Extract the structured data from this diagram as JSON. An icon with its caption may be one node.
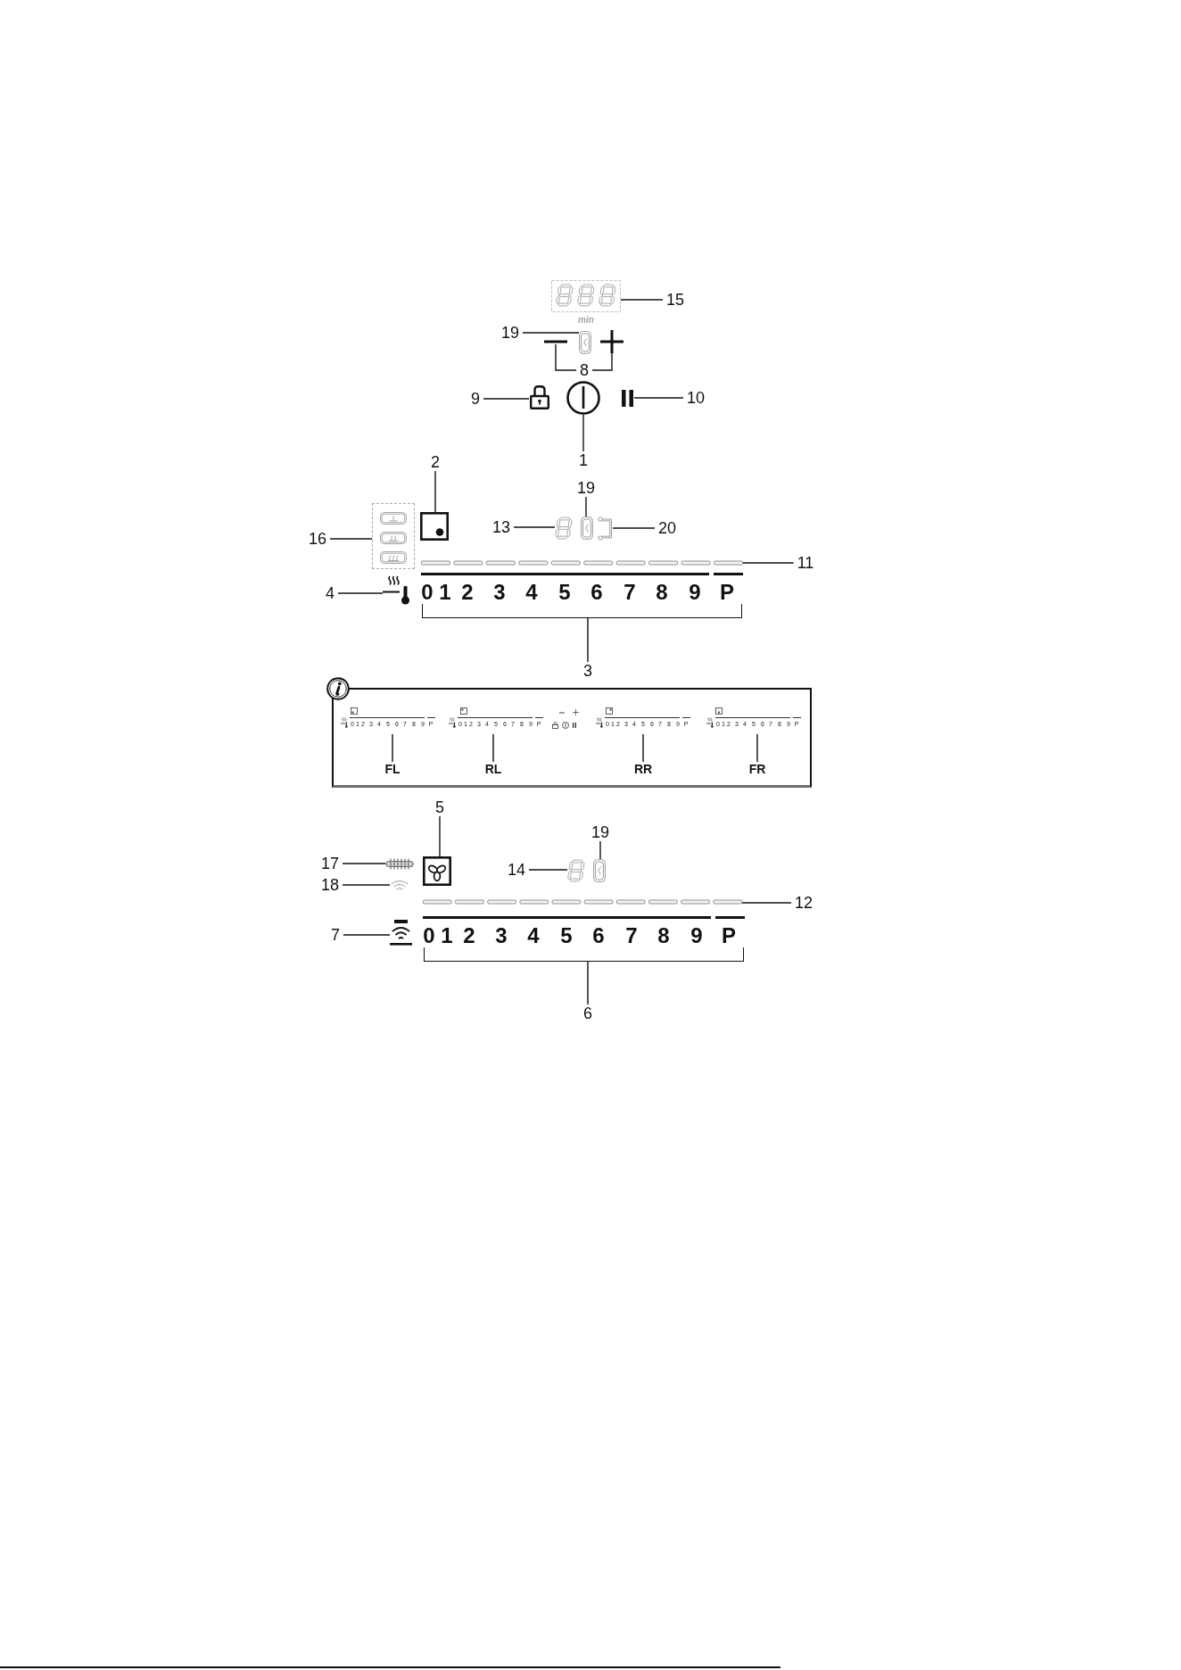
{
  "diagram": {
    "nodes": [
      {
        "text": [
          "15"
        ]
      },
      {
        "text": [],
        "shape": "picture",
        "beside": [
          "min"
        ]
      },
      {
        "text": [
          "19"
        ]
      },
      {
        "text": [],
        "shape": "picture"
      },
      {
        "text": [],
        "shape": "bar"
      },
      {
        "text": [],
        "shape": "picture"
      },
      {
        "text": [
          "8"
        ]
      },
      {
        "text": [
          "9"
        ]
      },
      {
        "text": [],
        "shape": "picture"
      },
      {
        "text": [],
        "shape": "picture"
      },
      {
        "text": [],
        "shape": "picture"
      },
      {
        "text": [
          "10"
        ]
      },
      {
        "text": [
          "1"
        ]
      },
      {
        "text": [
          "2"
        ]
      },
      {
        "text": [
          "19"
        ]
      },
      {
        "text": [
          "16"
        ]
      },
      {
        "text": [],
        "shape": "box"
      },
      {
        "text": [],
        "shape": "picture"
      },
      {
        "text": [
          "13"
        ]
      },
      {
        "text": [],
        "shape": "picture"
      },
      {
        "text": [],
        "shape": "picture"
      },
      {
        "text": [],
        "shape": "picture"
      },
      {
        "text": [
          "20"
        ]
      },
      {
        "text": [],
        "shape": "bar"
      },
      {
        "text": [
          "11"
        ]
      },
      {
        "text": [
          "4"
        ]
      },
      {
        "text": [],
        "shape": "picture"
      },
      {
        "text": [
          "0",
          "1",
          "2",
          "3",
          "4",
          "5",
          "6",
          "7",
          "8",
          "9",
          "P"
        ]
      },
      {
        "text": [
          "3"
        ]
      },
      {
        "text": [],
        "shape": "box"
      },
      {
        "text": [
          "0",
          "1",
          "2",
          "3",
          "4",
          "5",
          "6",
          "7",
          "8",
          "9",
          "P"
        ],
        "in": 29
      },
      {
        "text": [
          "0",
          "1",
          "2",
          "3",
          "4",
          "5",
          "6",
          "7",
          "8",
          "9",
          "P"
        ],
        "in": 29
      },
      {
        "text": [
          "0",
          "1",
          "2",
          "3",
          "4",
          "5",
          "6",
          "7",
          "8",
          "9",
          "P"
        ],
        "in": 29
      },
      {
        "text": [
          "0",
          "1",
          "2",
          "3",
          "4",
          "5",
          "6",
          "7",
          "8",
          "9",
          "P"
        ],
        "in": 29
      },
      {
        "text": [
          "FL"
        ],
        "in": 29
      },
      {
        "text": [
          "RL"
        ],
        "in": 29
      },
      {
        "text": [
          "RR"
        ],
        "in": 29
      },
      {
        "text": [
          "FR"
        ],
        "in": 29
      },
      {
        "text": [
          "5"
        ]
      },
      {
        "text": [
          "17"
        ]
      },
      {
        "text": [],
        "shape": "bar"
      },
      {
        "text": [],
        "shape": "picture"
      },
      {
        "text": [
          "19"
        ]
      },
      {
        "text": [
          "14"
        ]
      },
      {
        "text": [],
        "shape": "picture"
      },
      {
        "text": [],
        "shape": "picture"
      },
      {
        "text": [
          "18"
        ]
      },
      {
        "text": [],
        "shape": "picture"
      },
      {
        "text": [],
        "shape": "bar"
      },
      {
        "text": [
          "12"
        ]
      },
      {
        "text": [
          "7"
        ]
      },
      {
        "text": [],
        "shape": "picture"
      },
      {
        "text": [
          "0",
          "1",
          "2",
          "3",
          "4",
          "5",
          "6",
          "7",
          "8",
          "9",
          "P"
        ]
      },
      {
        "text": [
          "6"
        ]
      }
    ],
    "edges": [
      {
        "from": 0,
        "to": 1,
        "arrow": "none"
      },
      {
        "from": 2,
        "to": 3,
        "arrow": "none"
      },
      {
        "from": 6,
        "to": 4,
        "arrow": "none"
      },
      {
        "from": 6,
        "to": 5,
        "arrow": "none"
      },
      {
        "from": 7,
        "to": 8,
        "arrow": "none"
      },
      {
        "from": 12,
        "to": 9,
        "arrow": "none"
      },
      {
        "from": 11,
        "to": 10,
        "arrow": "none"
      },
      {
        "from": 13,
        "to": 17,
        "arrow": "none"
      },
      {
        "from": 14,
        "to": 20,
        "arrow": "none"
      },
      {
        "from": 15,
        "to": 16,
        "arrow": "none"
      },
      {
        "from": 18,
        "to": 19,
        "arrow": "none"
      },
      {
        "from": 22,
        "to": 21,
        "arrow": "none"
      },
      {
        "from": 24,
        "to": 23,
        "arrow": "none"
      },
      {
        "from": 25,
        "to": 26,
        "arrow": "none"
      },
      {
        "from": 28,
        "to": 27,
        "arrow": "none"
      },
      {
        "from": 34,
        "to": 30,
        "arrow": "none"
      },
      {
        "from": 35,
        "to": 31,
        "arrow": "none"
      },
      {
        "from": 36,
        "to": 32,
        "arrow": "none"
      },
      {
        "from": 37,
        "to": 33,
        "arrow": "none"
      },
      {
        "from": 38,
        "to": 41,
        "arrow": "none"
      },
      {
        "from": 39,
        "to": 40,
        "arrow": "none"
      },
      {
        "from": 42,
        "to": 45,
        "arrow": "none"
      },
      {
        "from": 43,
        "to": 44,
        "arrow": "none"
      },
      {
        "from": 46,
        "to": 47,
        "arrow": "none"
      },
      {
        "from": 49,
        "to": 48,
        "arrow": "none"
      },
      {
        "from": 50,
        "to": 51,
        "arrow": "none"
      },
      {
        "from": 53,
        "to": 52,
        "arrow": "none"
      }
    ]
  }
}
